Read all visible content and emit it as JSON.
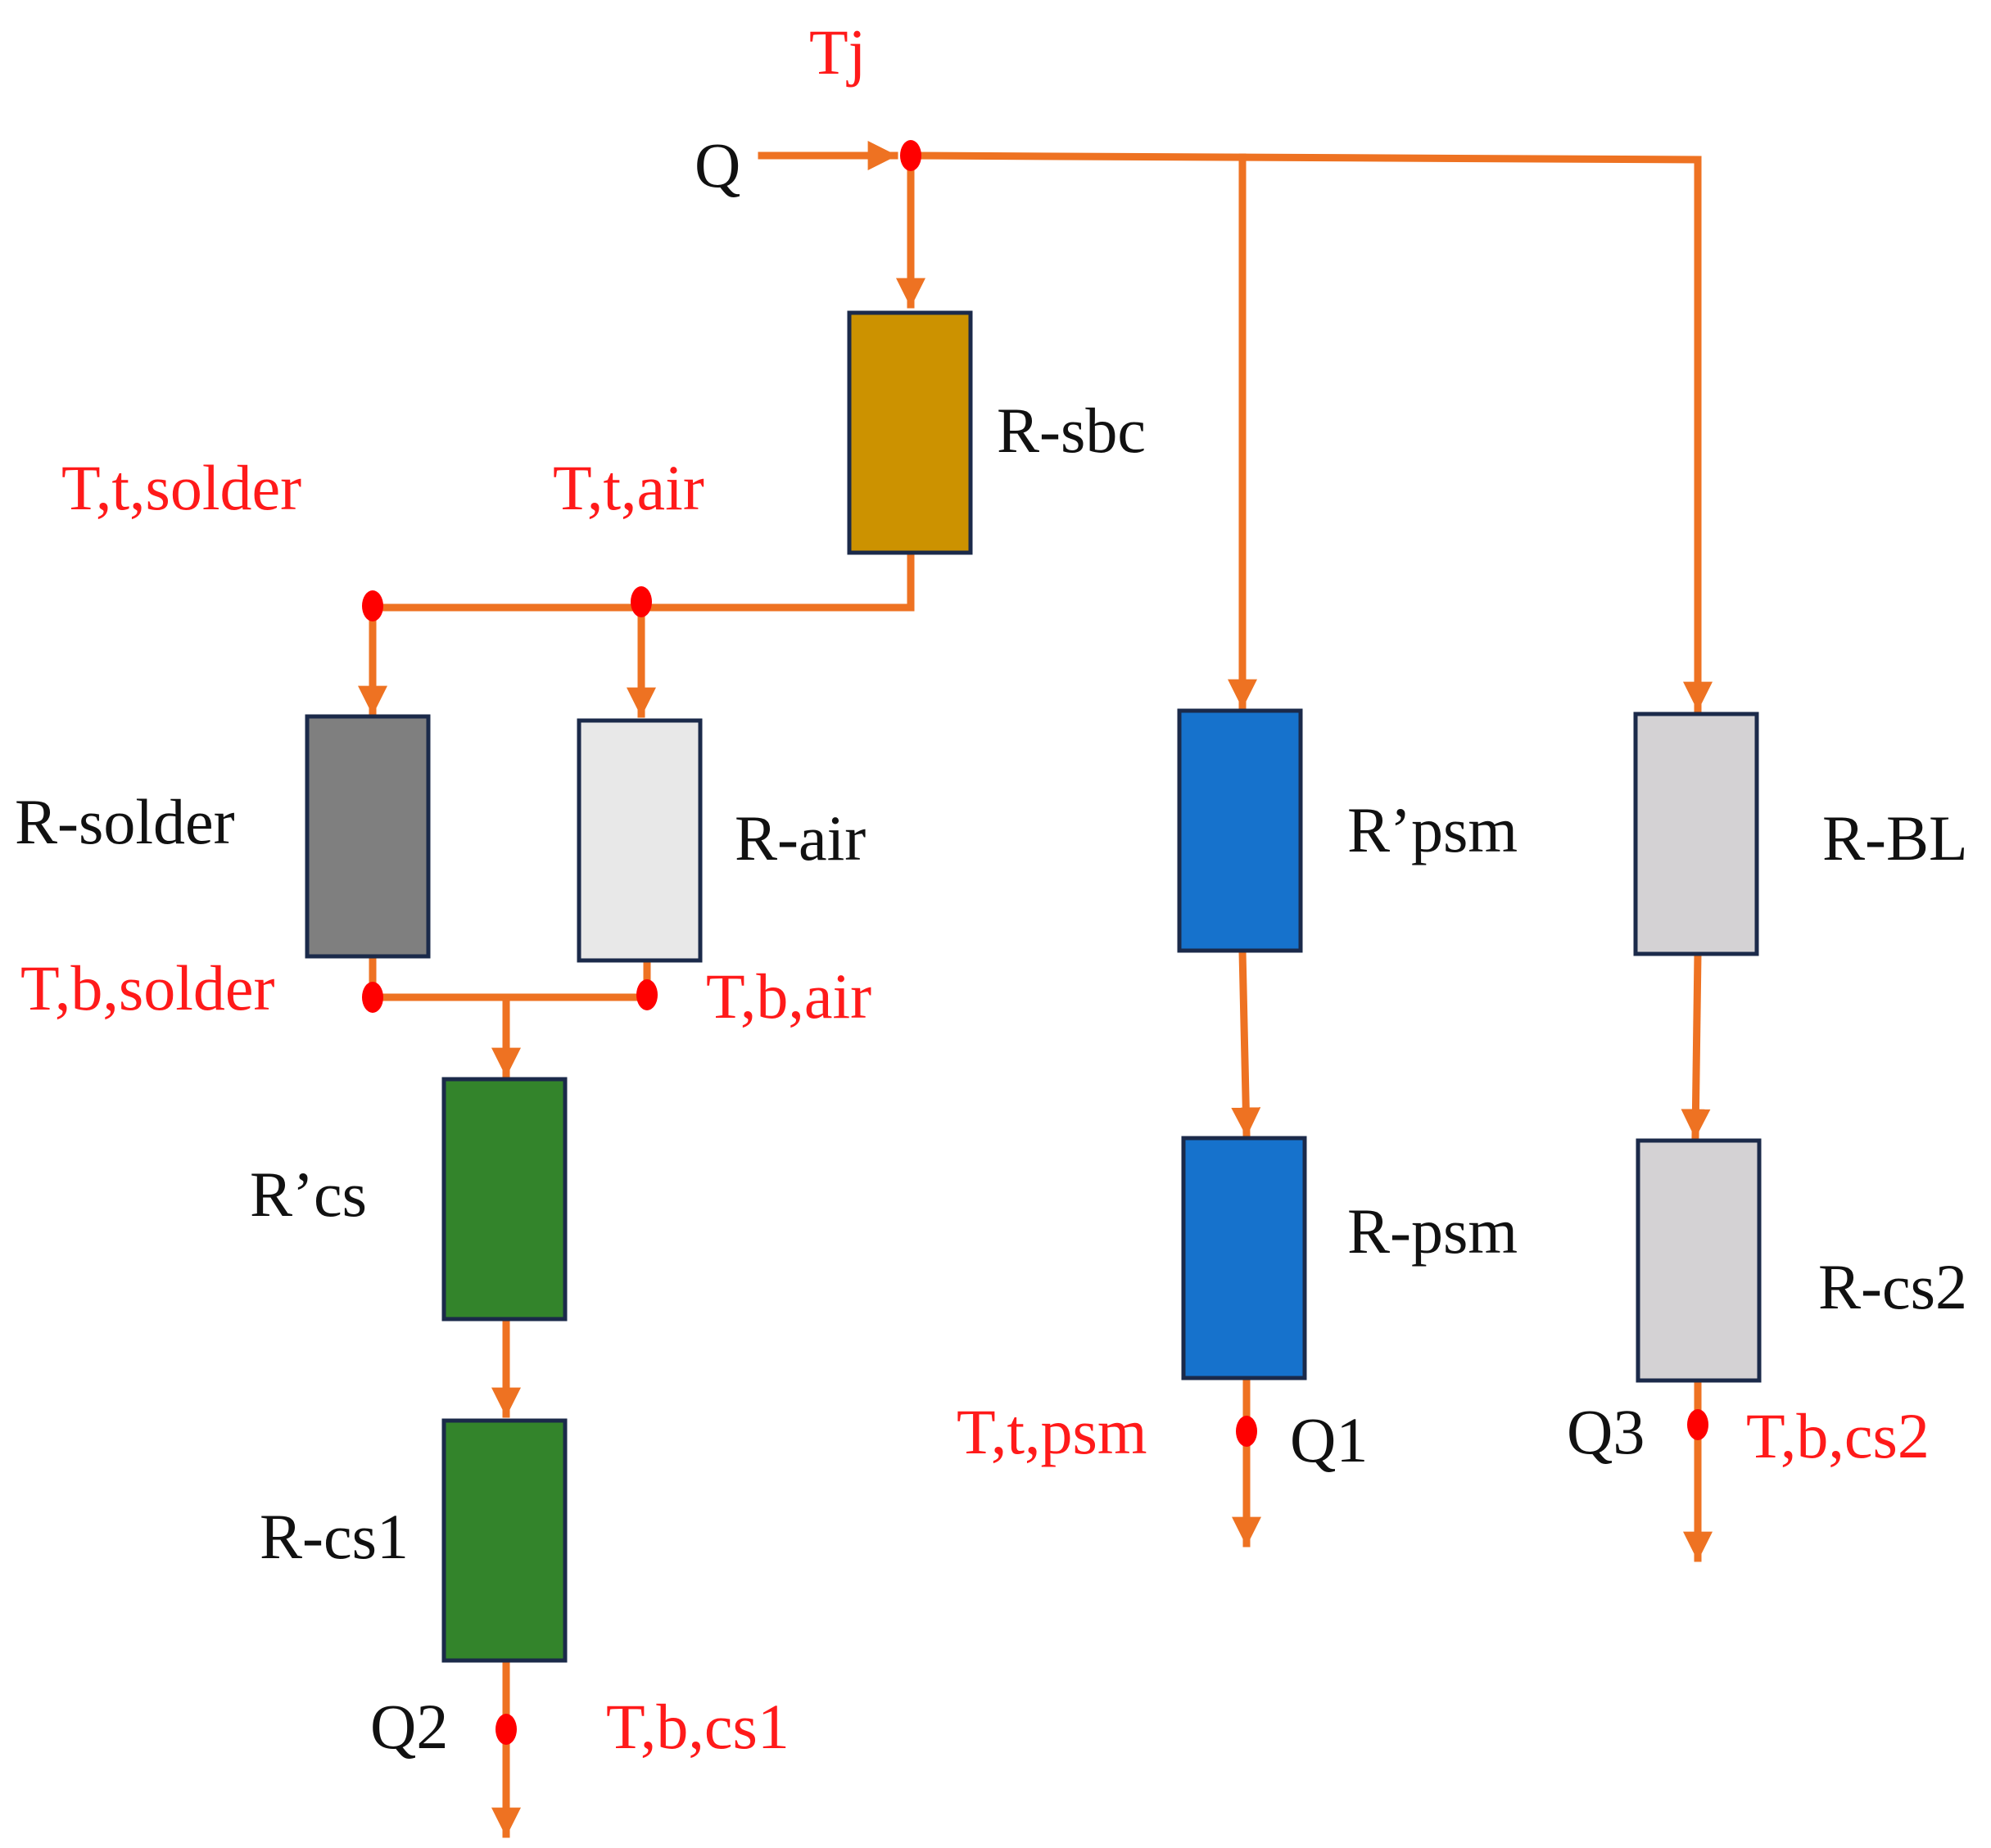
{
  "colors": {
    "wire": "#ee7222",
    "node": "#ff0000",
    "label_red": "#ff1a1a",
    "label_black": "#111111",
    "box_border": "#1b2a4a"
  },
  "labels": {
    "tj": "Tj",
    "q": "Q",
    "r_sbc": "R-sbc",
    "t_t_solder": "T,t,solder",
    "t_t_air": "T,t,air",
    "r_solder": "R-solder",
    "r_air": "R-air",
    "t_b_solder": "T,b,solder",
    "t_b_air": "T,b,air",
    "r_prime_cs": "R’cs",
    "r_cs1": "R-cs1",
    "q2": "Q2",
    "t_b_cs1": "T,b,cs1",
    "r_prime_psm": "R’psm",
    "r_psm": "R-psm",
    "t_t_psm": "T,t,psm",
    "q1": "Q1",
    "r_bl": "R-BL",
    "r_cs2": "R-cs2",
    "q3": "Q3",
    "t_b_cs2": "T,b,cs2"
  },
  "resistors": {
    "r_sbc": {
      "fill": "#cc9200"
    },
    "r_solder": {
      "fill": "#7f7f7f"
    },
    "r_air": {
      "fill": "#e8e8e8"
    },
    "r_prime_cs": {
      "fill": "#33842b"
    },
    "r_cs1": {
      "fill": "#33842b"
    },
    "r_prime_psm": {
      "fill": "#1672cc"
    },
    "r_psm": {
      "fill": "#1672cc"
    },
    "r_bl": {
      "fill": "#d4d2d4"
    },
    "r_cs2": {
      "fill": "#d4d2d4"
    }
  }
}
